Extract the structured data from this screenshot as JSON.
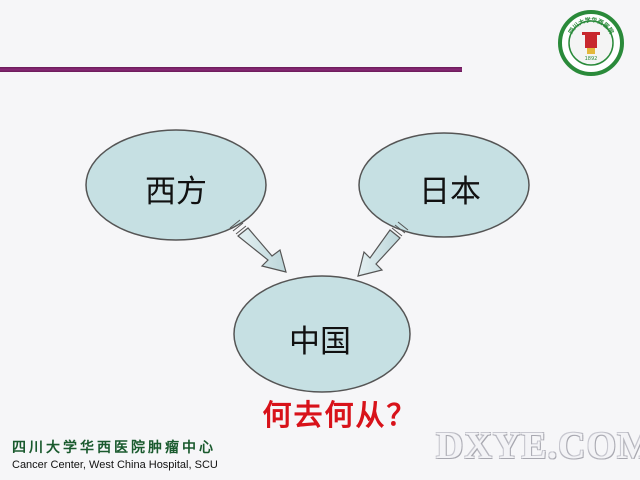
{
  "diagram": {
    "nodes": [
      {
        "id": "west",
        "label": "西方"
      },
      {
        "id": "japan",
        "label": "日本"
      },
      {
        "id": "china",
        "label": "中国"
      }
    ],
    "edges": [
      {
        "from": "west",
        "to": "china"
      },
      {
        "from": "japan",
        "to": "china"
      }
    ],
    "question": "何去何从？"
  },
  "logo": {
    "caption": "四川大学华西医院",
    "year": "1892"
  },
  "footer": {
    "cn": "四川大学华西医院肿瘤中心",
    "en": "Cancer Center, West China Hospital, SCU"
  },
  "watermark": "DXYE.COM",
  "colors": {
    "node_fill": "#c6e0e3",
    "arrow_fill": "#d2e6e9",
    "title_bar": "#7a2468",
    "question": "#d8121a",
    "logo_green": "#2a8a3a",
    "footer_cn": "#1a5a2e"
  }
}
